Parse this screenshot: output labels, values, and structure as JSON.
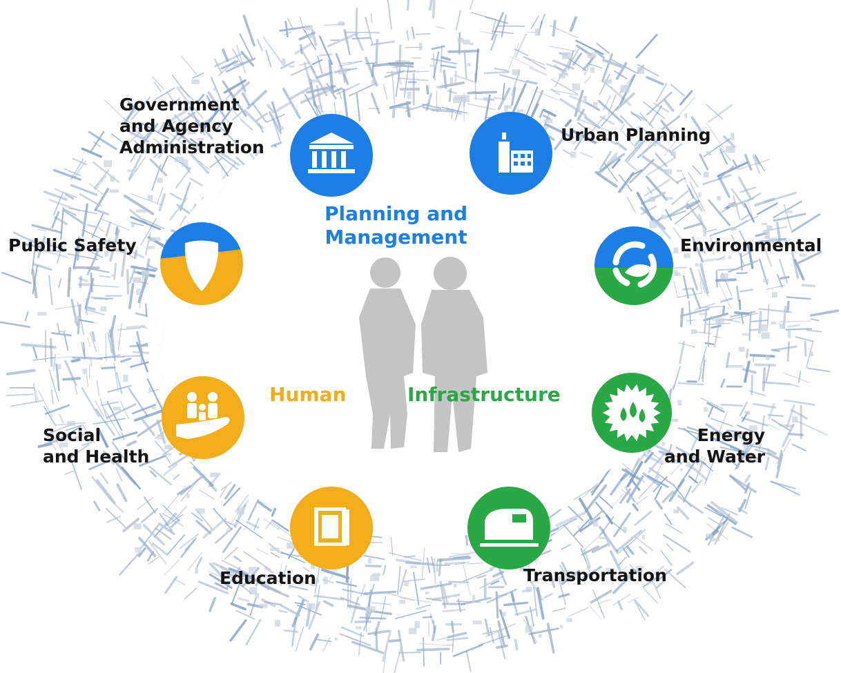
{
  "center": {
    "top_label": "Planning and\nManagement",
    "left_label": "Human",
    "right_label": "Infrastructure"
  },
  "colors": {
    "planning": "#1d7fe6",
    "human": "#f2ad1a",
    "infrastructure": "#2aa845",
    "map_lines": "#7f9cc4",
    "figures": "#c3c3c3"
  },
  "nodes": [
    {
      "label": "Government\nand Agency\nAdministration",
      "icon": "government-building-icon",
      "category": "planning"
    },
    {
      "label": "Urban Planning",
      "icon": "city-buildings-icon",
      "category": "planning"
    },
    {
      "label": "Environmental",
      "icon": "recycle-leaf-icon",
      "category": "planning-infrastructure"
    },
    {
      "label": "Energy\nand Water",
      "icon": "energy-water-drops-icon",
      "category": "infrastructure"
    },
    {
      "label": "Transportation",
      "icon": "train-icon",
      "category": "infrastructure"
    },
    {
      "label": "Education",
      "icon": "book-icon",
      "category": "human"
    },
    {
      "label": "Social\nand Health",
      "icon": "family-hand-icon",
      "category": "human"
    },
    {
      "label": "Public Safety",
      "icon": "police-badge-icon",
      "category": "planning-human"
    }
  ]
}
